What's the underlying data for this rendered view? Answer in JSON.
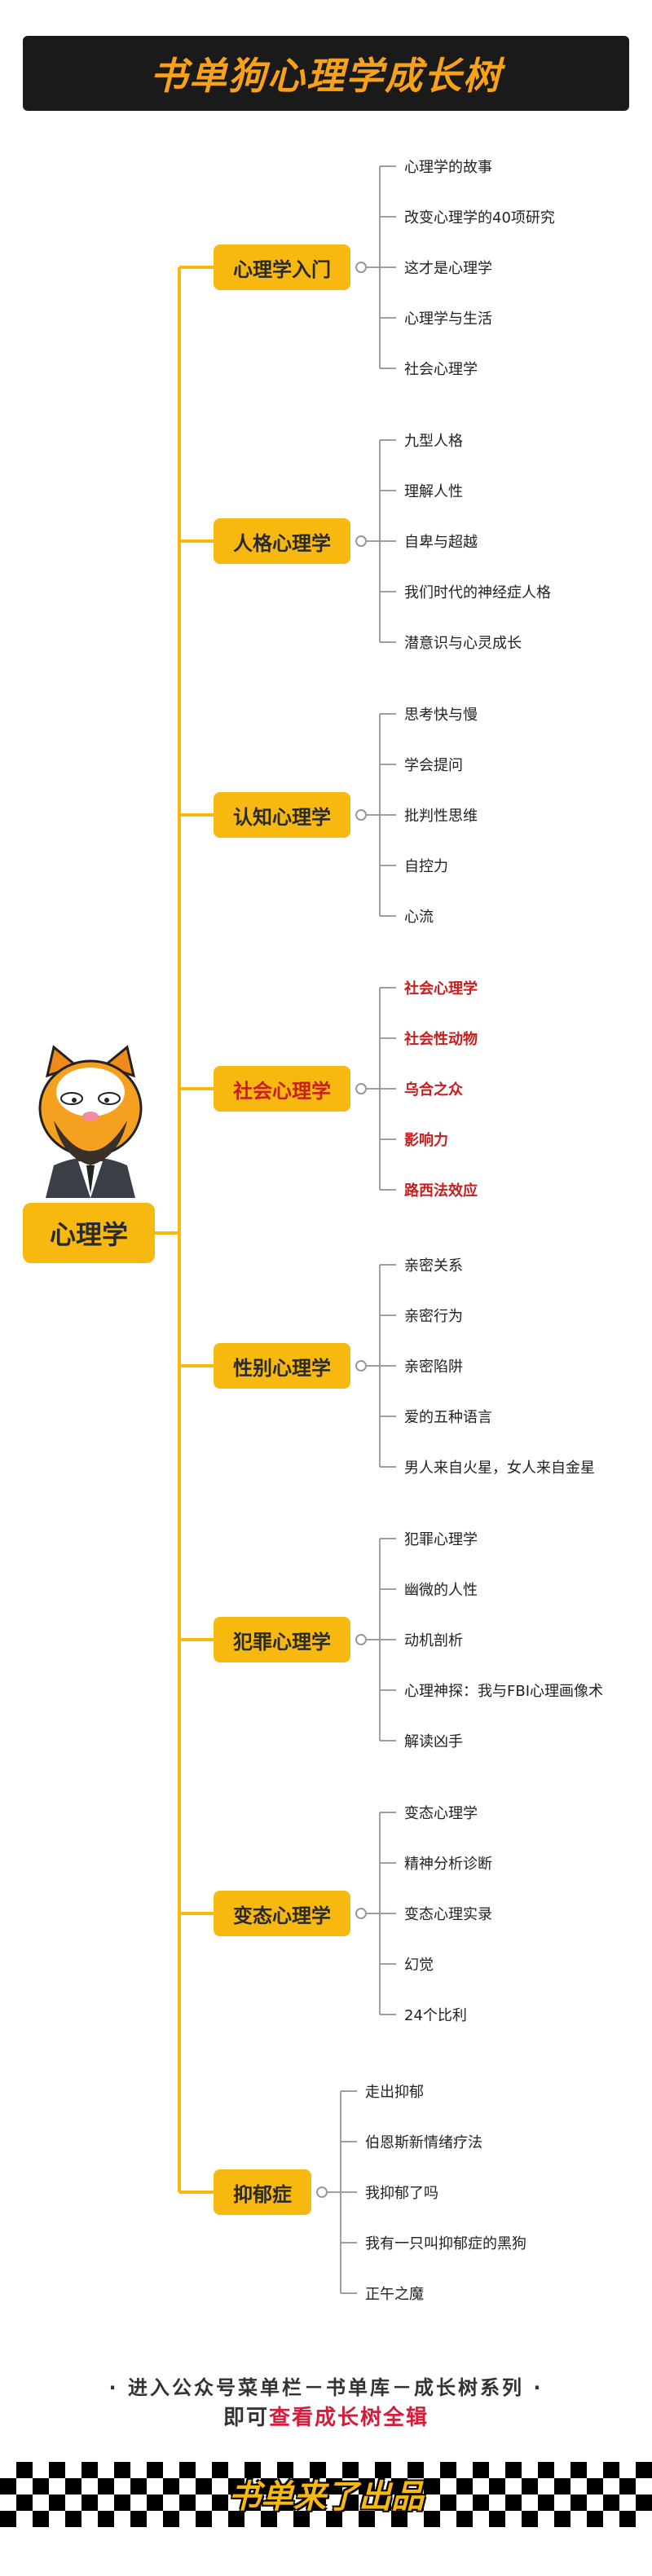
{
  "title": "书单狗心理学成长树",
  "root": "心理学",
  "branches": [
    {
      "label": "心理学入门",
      "highlight": false,
      "leaves": [
        "心理学的故事",
        "改变心理学的40项研究",
        "这才是心理学",
        "心理学与生活",
        "社会心理学"
      ]
    },
    {
      "label": "人格心理学",
      "highlight": false,
      "leaves": [
        "九型人格",
        "理解人性",
        "自卑与超越",
        "我们时代的神经症人格",
        "潜意识与心灵成长"
      ]
    },
    {
      "label": "认知心理学",
      "highlight": false,
      "leaves": [
        "思考快与慢",
        "学会提问",
        "批判性思维",
        "自控力",
        "心流"
      ]
    },
    {
      "label": "社会心理学",
      "highlight": true,
      "leaves": [
        "社会心理学",
        "社会性动物",
        "乌合之众",
        "影响力",
        "路西法效应"
      ]
    },
    {
      "label": "性别心理学",
      "highlight": false,
      "leaves": [
        "亲密关系",
        "亲密行为",
        "亲密陷阱",
        "爱的五种语言",
        "男人来自火星，女人来自金星"
      ]
    },
    {
      "label": "犯罪心理学",
      "highlight": false,
      "leaves": [
        "犯罪心理学",
        "幽微的人性",
        "动机剖析",
        "心理神探：我与FBI心理画像术",
        "解读凶手"
      ]
    },
    {
      "label": "变态心理学",
      "highlight": false,
      "leaves": [
        "变态心理学",
        "精神分析诊断",
        "变态心理实录",
        "幻觉",
        "24个比利"
      ]
    },
    {
      "label": "抑郁症",
      "highlight": false,
      "leaves": [
        "走出抑郁",
        "伯恩斯新情绪疗法",
        "我抑郁了吗",
        "我有一只叫抑郁症的黑狗",
        "正午之魔"
      ]
    }
  ],
  "footer": {
    "line1": "· 进入公众号菜单栏－书单库－成长树系列 ·",
    "line2_prefix": "即可",
    "line2_highlight": "查看成长树全辑",
    "brand": "书单来了出品"
  },
  "colors": {
    "accent": "#f7b80f",
    "title": "#f7a21a",
    "highlight": "#c81e1e",
    "line": "#f7b80f"
  }
}
